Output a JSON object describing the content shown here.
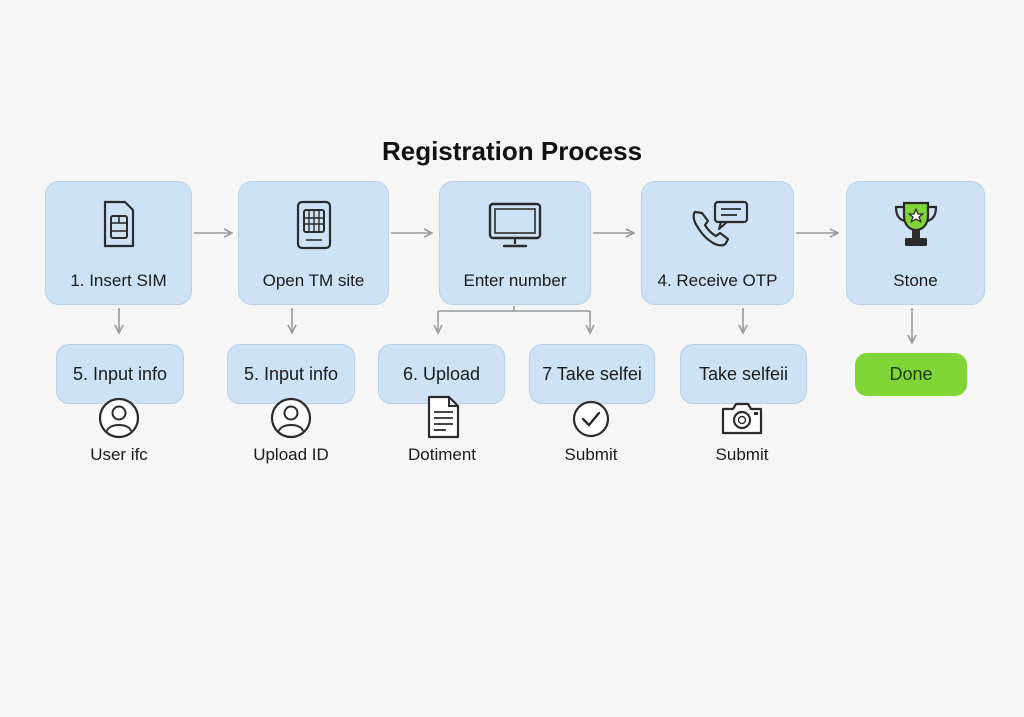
{
  "title": "Registration Process",
  "steps": [
    {
      "label": "1. Insert SIM",
      "icon": "sim-card-icon"
    },
    {
      "label": "Open TM site",
      "icon": "chip-icon"
    },
    {
      "label": "Enter number",
      "icon": "monitor-icon"
    },
    {
      "label": "4. Receive OTP",
      "icon": "phone-message-icon"
    },
    {
      "label": "Stone",
      "icon": "trophy-icon"
    }
  ],
  "substeps": [
    {
      "label": "5. Input info",
      "icon": "user-icon",
      "caption": "User ifc"
    },
    {
      "label": "5. Input info",
      "icon": "user-icon",
      "caption": "Upload ID"
    },
    {
      "label": "6. Upload",
      "icon": "document-icon",
      "caption": "Dotiment"
    },
    {
      "label": "7 Take selfei",
      "icon": "check-circle-icon",
      "caption": "Submit"
    },
    {
      "label": "Take selfeii",
      "icon": "camera-icon",
      "caption": "Submit"
    }
  ],
  "done_label": "Done",
  "colors": {
    "box_fill": "#cde3f5",
    "box_border": "#b6d2ea",
    "done_fill": "#7fd636",
    "trophy_fill": "#7fd636",
    "arrow": "#9a9a9a",
    "icon_stroke": "#2b2b2b"
  }
}
